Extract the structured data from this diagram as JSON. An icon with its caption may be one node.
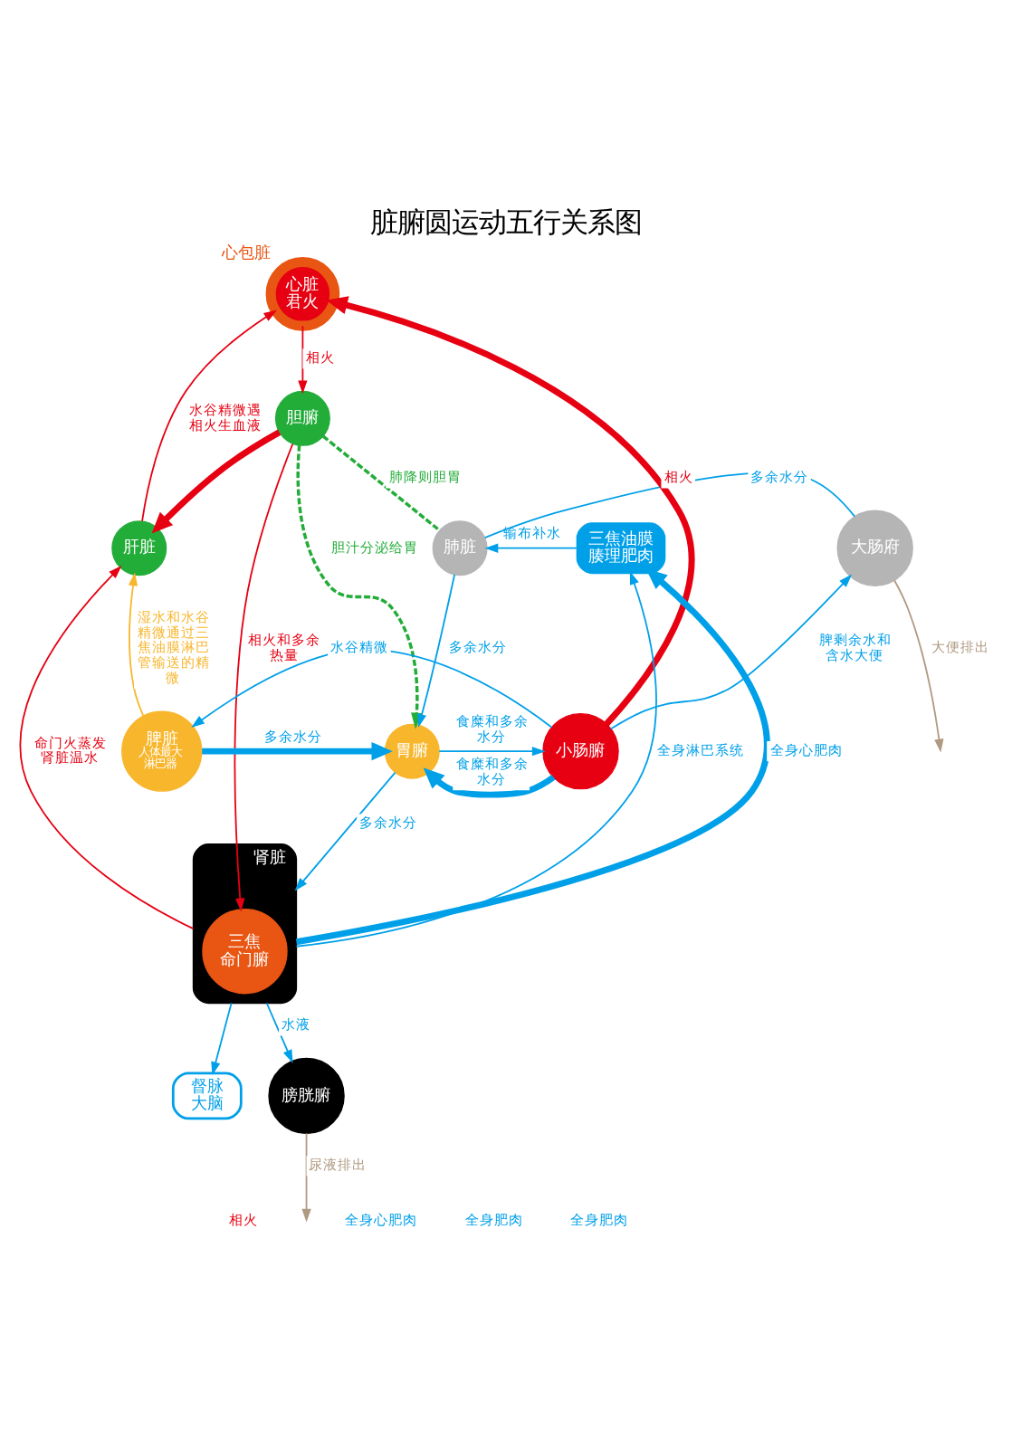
{
  "diagram": {
    "title": "脏腑圆运动五行关系图",
    "nodes": [
      {
        "text": [
          "心脏",
          "君火"
        ],
        "beside": [
          "心包脏"
        ]
      },
      {
        "text": [
          "胆腑"
        ]
      },
      {
        "text": [
          "三焦油膜",
          "腠理肥肉"
        ]
      },
      {
        "text": [
          "肝脏"
        ]
      },
      {
        "text": [
          "大肠府"
        ]
      },
      {
        "text": [
          "肺脏"
        ]
      },
      {
        "text": [
          "脾脏",
          "人体最大淋巴器"
        ]
      },
      {
        "text": [
          "小肠腑"
        ]
      },
      {
        "text": [
          "胃腑"
        ]
      },
      {
        "text": [
          "督脉",
          "大脑"
        ]
      },
      {
        "text": [
          "膀胱腑"
        ]
      },
      {
        "text": [
          "肾脏"
        ]
      },
      {
        "text": [
          "三焦",
          "命门腑"
        ],
        "in": 11
      }
    ],
    "edges": [
      {
        "from": 0,
        "to": 1,
        "arrow": "to",
        "label": "相火",
        "color": "#e60012"
      },
      {
        "from": 1,
        "to": 3,
        "arrow": "to",
        "style": "thick",
        "color": "#e60012"
      },
      {
        "from": 3,
        "to": 0,
        "arrow": "to",
        "label": "水谷精微遇相火生血液",
        "color": "#e60012"
      },
      {
        "from": 7,
        "to": 0,
        "arrow": "to",
        "label": "相火",
        "style": "thick",
        "color": "#e60012"
      },
      {
        "from": 1,
        "to": 12,
        "arrow": "to",
        "label": "相火和多余热量",
        "color": "#e60012"
      },
      {
        "from": 11,
        "to": 3,
        "arrow": "to",
        "label": "命门火蒸发肾脏温水",
        "color": "#e60012"
      },
      {
        "from": 1,
        "to": 5,
        "arrow": "none",
        "label": "肺降则胆胃",
        "style": "dashed",
        "color": "#22ac38"
      },
      {
        "from": 1,
        "to": 8,
        "arrow": "to",
        "label": "胆汁分泌给胃",
        "style": "dashed",
        "color": "#22ac38"
      },
      {
        "from": 2,
        "to": 5,
        "arrow": "to",
        "label": "输布补水"
      },
      {
        "from": 5,
        "to": 4,
        "arrow": "none",
        "label": "多余水分"
      },
      {
        "from": 7,
        "to": 4,
        "arrow": "to",
        "label": "脾剩余水和含水大便"
      },
      {
        "from": 4,
        "to": null,
        "arrow": "to",
        "label": "大便排出",
        "color": "#b09a82"
      },
      {
        "from": 5,
        "to": 8,
        "arrow": "to",
        "label": "多余水分"
      },
      {
        "from": 8,
        "to": 7,
        "arrow": "to",
        "label": "食糜和多余水分"
      },
      {
        "from": 7,
        "to": 8,
        "arrow": "to",
        "label": "食糜和多余水分",
        "style": "thick"
      },
      {
        "from": 7,
        "to": 6,
        "arrow": "to",
        "label": "水谷精微"
      },
      {
        "from": 6,
        "to": 8,
        "arrow": "to",
        "label": "多余水分",
        "style": "thick"
      },
      {
        "from": 6,
        "to": 3,
        "arrow": "to",
        "label": "湿水和水谷精微通过三焦油膜淋巴管输送的精微",
        "color": "#f8b62d"
      },
      {
        "from": 8,
        "to": 11,
        "arrow": "to",
        "label": "多余水分"
      },
      {
        "from": 11,
        "to": 9,
        "arrow": "to"
      },
      {
        "from": 11,
        "to": 10,
        "arrow": "to",
        "label": "水液"
      },
      {
        "from": 10,
        "to": null,
        "arrow": "to",
        "label": "尿液排出",
        "color": "#b09a82"
      },
      {
        "from": 11,
        "to": 2,
        "arrow": "to",
        "label": "全身淋巴系统"
      },
      {
        "from": 11,
        "to": 2,
        "arrow": "to",
        "label": "全身心肥肉",
        "style": "thick"
      }
    ],
    "labels": [
      "全身心肥肉",
      "相火",
      "全身肥肉",
      "全身肥肉"
    ]
  }
}
